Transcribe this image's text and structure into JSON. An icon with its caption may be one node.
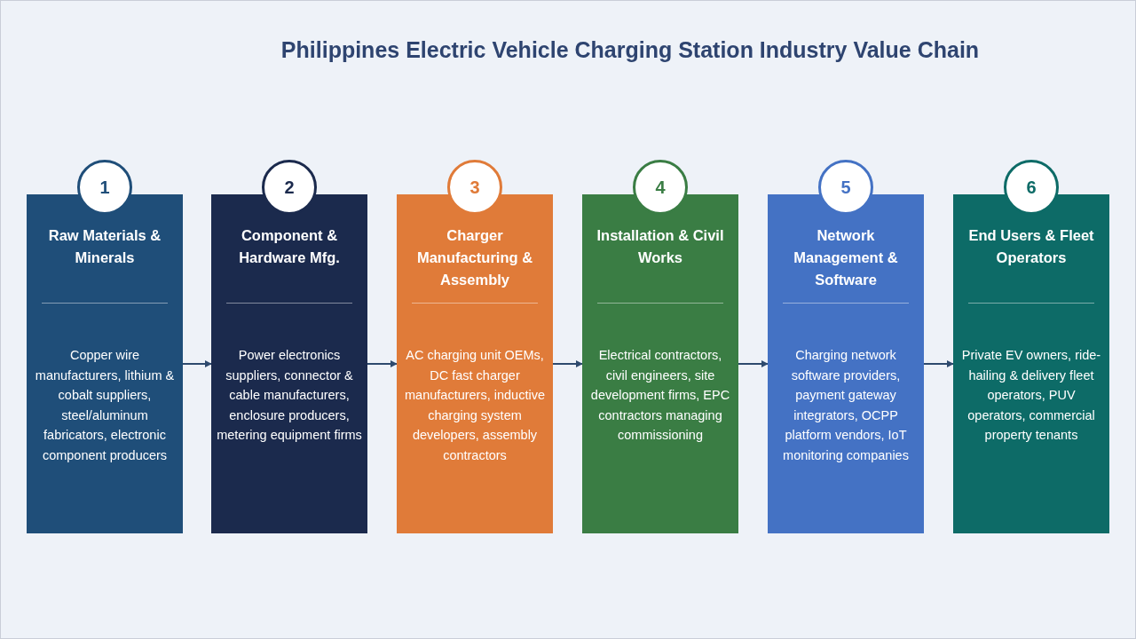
{
  "diagram": {
    "title": "Philippines Electric Vehicle Charging Station Industry Value Chain",
    "nodes": [
      {
        "text": [
          "1"
        ]
      },
      {
        "text": [
          "Raw Materials & Minerals",
          "Copper wire manufacturers, lithium & cobalt suppliers, steel/aluminum fabricators, electronic component producers"
        ]
      },
      {
        "text": [
          "2"
        ]
      },
      {
        "text": [
          "Component & Hardware Mfg.",
          "Power electronics suppliers, connector & cable manufacturers, enclosure producers, metering equipment firms"
        ]
      },
      {
        "text": [
          "3"
        ]
      },
      {
        "text": [
          "Charger Manufacturing & Assembly",
          "AC charging unit OEMs, DC fast charger manufacturers, inductive charging system developers, assembly contractors"
        ]
      },
      {
        "text": [
          "4"
        ]
      },
      {
        "text": [
          "Installation & Civil Works",
          "Electrical contractors, civil engineers, site development firms, EPC contractors managing commissioning"
        ]
      },
      {
        "text": [
          "5"
        ]
      },
      {
        "text": [
          "Network Management & Software",
          "Charging network software providers, payment gateway integrators, OCPP platform vendors, IoT monitoring companies"
        ]
      },
      {
        "text": [
          "6"
        ]
      },
      {
        "text": [
          "End Users & Fleet Operators",
          "Private EV owners, ride-hailing & delivery fleet operators, PUV operators, commercial property tenants"
        ]
      }
    ],
    "edges": [
      {
        "from": 1,
        "to": 3,
        "arrow": "to"
      },
      {
        "from": 3,
        "to": 5,
        "arrow": "to"
      },
      {
        "from": 5,
        "to": 7,
        "arrow": "to"
      },
      {
        "from": 7,
        "to": 9,
        "arrow": "to"
      },
      {
        "from": 9,
        "to": 11,
        "arrow": "to"
      }
    ]
  }
}
